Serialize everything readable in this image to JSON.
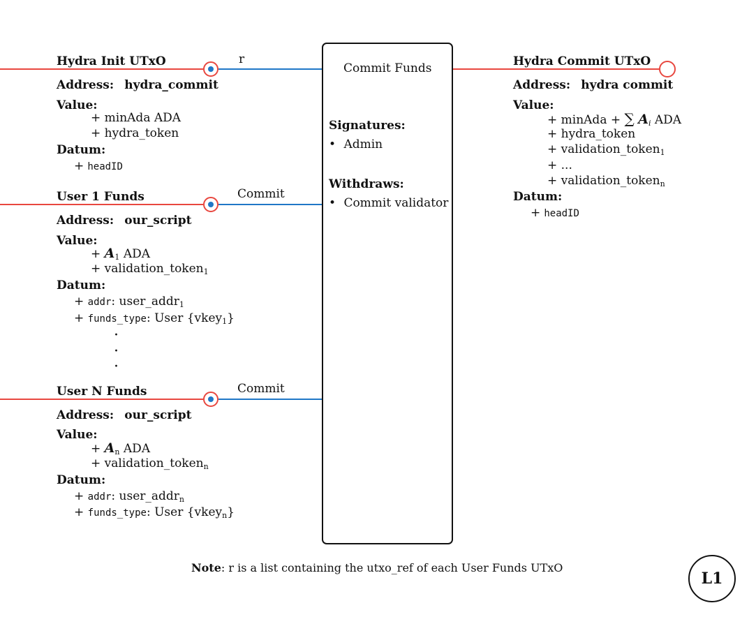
{
  "colors": {
    "input_line": "#e8473f",
    "redeemer_line": "#1f77c7",
    "dot": "#1f77c7"
  },
  "inputs": [
    {
      "title": "Hydra Init UTxO",
      "address_label": "Address:",
      "address": "hydra_commit",
      "value_label": "Value:",
      "values": [
        "+ minAda ADA",
        "+ hydra_token"
      ],
      "datum_label": "Datum:",
      "datum": {
        "plus": "+",
        "field": "headID"
      },
      "redeemer": "r"
    },
    {
      "title": "User 1 Funds",
      "address_label": "Address:",
      "address": "our_script",
      "value_label": "Value:",
      "value_plus": "+",
      "value_var": "A",
      "value_var_sub": "1",
      "value_unit": "ADA",
      "value_token": "+ validation_token",
      "value_token_sub": "1",
      "datum_label": "Datum:",
      "datum_addr_field": "addr",
      "datum_addr_value": "user_addr",
      "datum_addr_sub": "1",
      "datum_ft_field": "funds_type",
      "datum_ft_value_pre": "User {vkey",
      "datum_ft_sub": "1",
      "datum_ft_value_post": "}",
      "redeemer": "Commit"
    },
    {
      "title": "User N Funds",
      "address_label": "Address:",
      "address": "our_script",
      "value_label": "Value:",
      "value_plus": "+",
      "value_var": "A",
      "value_var_sub": "n",
      "value_unit": "ADA",
      "value_token": "+ validation_token",
      "value_token_sub": "n",
      "datum_label": "Datum:",
      "datum_addr_field": "addr",
      "datum_addr_value": "user_addr",
      "datum_addr_sub": "n",
      "datum_ft_field": "funds_type",
      "datum_ft_value_pre": "User {vkey",
      "datum_ft_sub": "n",
      "datum_ft_value_post": "}",
      "redeemer": "Commit"
    }
  ],
  "ellipsis": "·",
  "transaction": {
    "name": "Commit Funds",
    "signatures_label": "Signatures:",
    "signatures": [
      "Admin"
    ],
    "withdraws_label": "Withdraws:",
    "withdraws": [
      "Commit validator"
    ],
    "bullet": "•"
  },
  "output": {
    "title": "Hydra Commit UTxO",
    "address_label": "Address:",
    "address": "hydra commit",
    "value_label": "Value:",
    "value_first_pre": "+ minAda +",
    "value_sum": "∑",
    "value_var": "A",
    "value_var_sub": "i",
    "value_unit": "ADA",
    "values": [
      "+ hydra_token"
    ],
    "value_token1": "+ validation_token",
    "value_token1_sub": "1",
    "value_etc": "+ ...",
    "value_tokenn": "+ validation_token",
    "value_tokenn_sub": "n",
    "datum_label": "Datum:",
    "datum": {
      "plus": "+",
      "field": "headID"
    }
  },
  "note": {
    "label": "Note",
    "text": ": r is a list containing the utxo_ref of each User Funds UTxO"
  },
  "badge": "L1"
}
